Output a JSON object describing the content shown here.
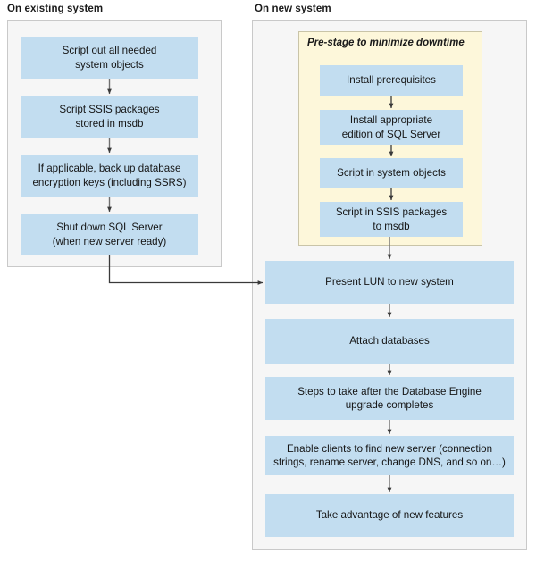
{
  "diagram": {
    "title_existing": "On existing system",
    "title_new": "On new system",
    "group_label": "Pre-stage to minimize downtime",
    "colors": {
      "node_fill": "#c2ddf0",
      "panel_fill": "#f6f6f6",
      "panel_border": "#c9c9c9",
      "group_fill": "#fdf7da",
      "group_border": "#c9c4a8",
      "connector": "#3a3a3a",
      "text": "#151515"
    }
  },
  "existing_system": {
    "nodes": [
      {
        "id": "script-out-system-objects",
        "label": "Script out all needed\nsystem objects"
      },
      {
        "id": "script-ssis-packages",
        "label": "Script SSIS packages\nstored in msdb"
      },
      {
        "id": "back-up-encryption-keys",
        "label": "If applicable, back up database\nencryption keys (including SSRS)"
      },
      {
        "id": "shut-down-sql-server",
        "label": "Shut down SQL Server\n(when new server ready)"
      }
    ]
  },
  "new_system": {
    "prestage_nodes": [
      {
        "id": "install-prerequisites",
        "label": "Install prerequisites"
      },
      {
        "id": "install-edition-sql-server",
        "label": "Install appropriate\nedition of SQL Server"
      },
      {
        "id": "script-in-system-objects",
        "label": "Script in system objects"
      },
      {
        "id": "script-in-ssis-packages",
        "label": "Script in SSIS packages\nto msdb"
      }
    ],
    "main_nodes": [
      {
        "id": "present-lun",
        "label": "Present LUN to new system"
      },
      {
        "id": "attach-databases",
        "label": "Attach databases"
      },
      {
        "id": "post-upgrade-steps",
        "label": "Steps to take after the Database Engine\nupgrade completes"
      },
      {
        "id": "enable-clients-find-server",
        "label": "Enable clients to find new server (connection\nstrings, rename server, change DNS, and so on…)"
      },
      {
        "id": "take-advantage-new-features",
        "label": "Take advantage of new features"
      }
    ]
  }
}
